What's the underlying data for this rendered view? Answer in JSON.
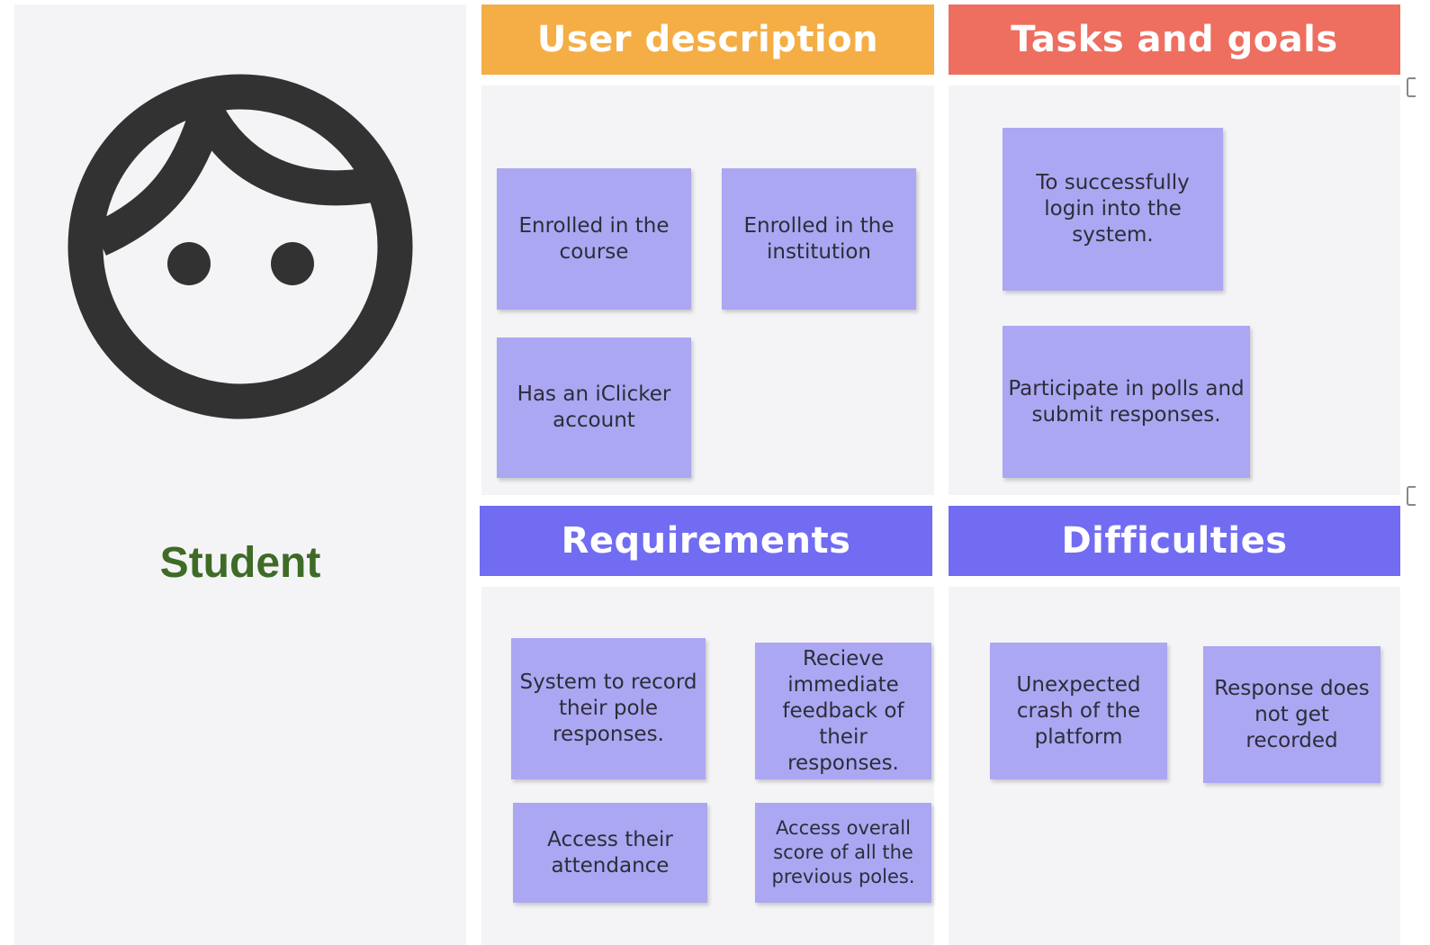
{
  "persona": {
    "name": "Student",
    "icon": "face-icon",
    "name_color": "#3e6b25"
  },
  "sections": {
    "user_description": {
      "title": "User description",
      "color": "#f4ae45",
      "notes": [
        "Enrolled in the course",
        "Enrolled in the institution",
        "Has an iClicker account"
      ]
    },
    "tasks_goals": {
      "title": "Tasks and goals",
      "color": "#ee6e5f",
      "notes": [
        "To successfully login into the system.",
        "Participate in polls and submit responses."
      ]
    },
    "requirements": {
      "title": "Requirements",
      "color": "#716cf2",
      "notes": [
        "System to record their pole responses.",
        "Recieve immediate feedback of their responses.",
        "Access their attendance",
        "Access overall score of all the previous poles."
      ]
    },
    "difficulties": {
      "title": "Difficulties",
      "color": "#716cf2",
      "notes": [
        "Unexpected crash of the platform",
        "Response does not get recorded"
      ]
    }
  },
  "note_color": "#aba7f2"
}
